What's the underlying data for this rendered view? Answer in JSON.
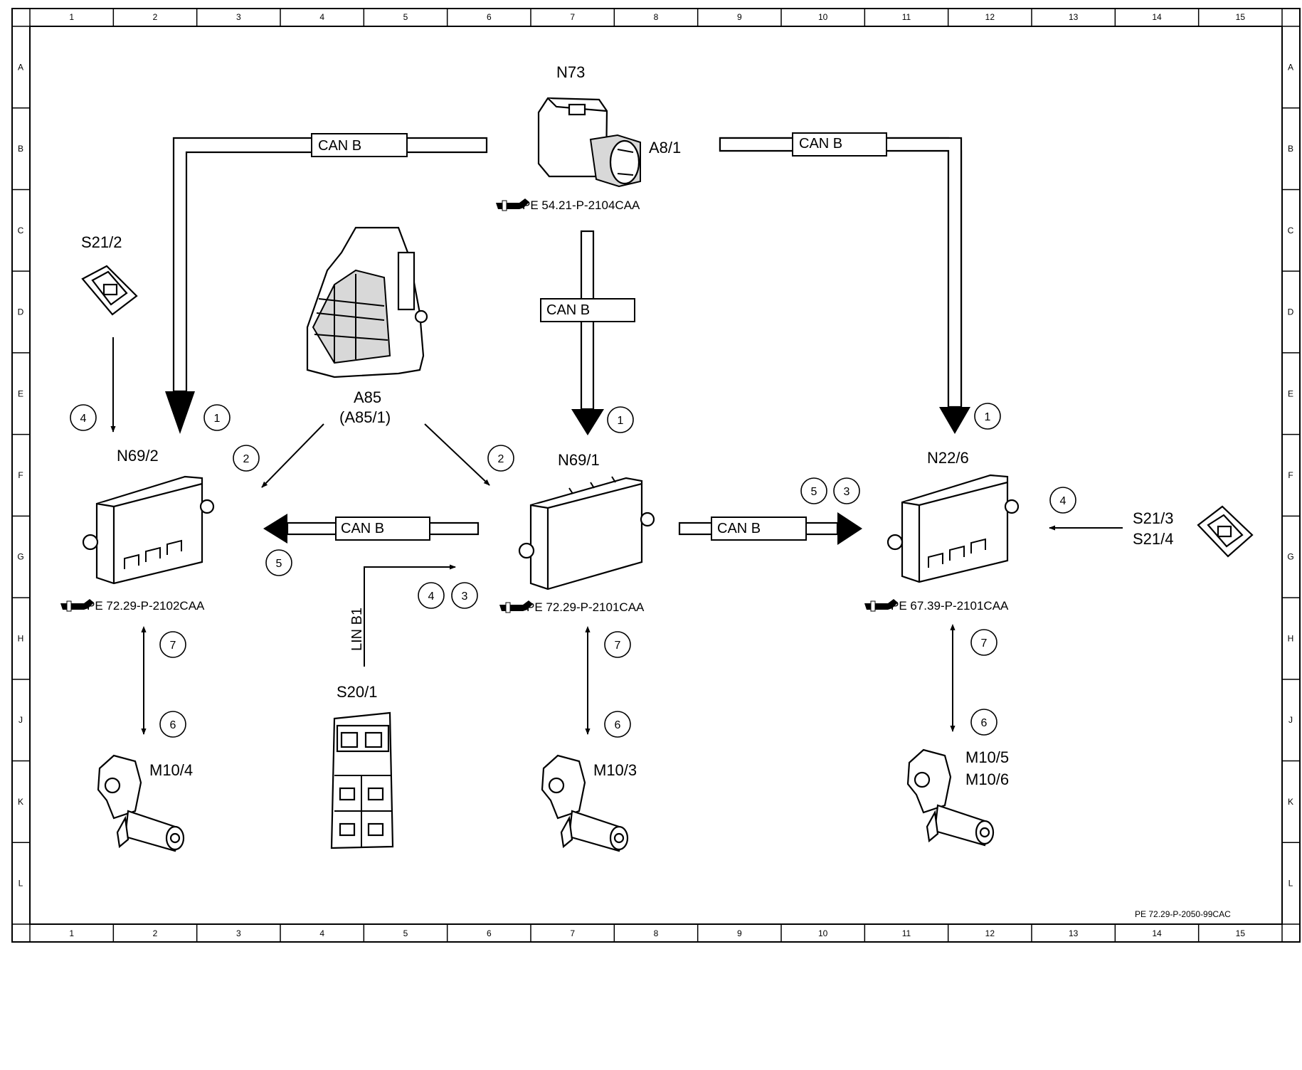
{
  "grid": {
    "columns": [
      "1",
      "2",
      "3",
      "4",
      "5",
      "6",
      "7",
      "8",
      "9",
      "10",
      "11",
      "12",
      "13",
      "14",
      "15"
    ],
    "rows": [
      "A",
      "B",
      "C",
      "D",
      "E",
      "F",
      "G",
      "H",
      "J",
      "K",
      "L"
    ]
  },
  "bus_label": "CAN B",
  "lin_label": "LIN B1",
  "drawing_ref": "PE 72.29-P-2050-99CAC",
  "components": {
    "n73": "N73",
    "a8_1": "A8/1",
    "a85": "A85",
    "a85_1": "(A85/1)",
    "s21_2": "S21/2",
    "n69_2": "N69/2",
    "n69_1": "N69/1",
    "n22_6": "N22/6",
    "s21_3": "S21/3",
    "s21_4": "S21/4",
    "s20_1": "S20/1",
    "m10_4": "M10/4",
    "m10_3": "M10/3",
    "m10_5": "M10/5",
    "m10_6": "M10/6"
  },
  "references": {
    "n73": "PE 54.21-P-2104CAA",
    "n69_2": "PE 72.29-P-2102CAA",
    "n69_1": "PE 72.29-P-2101CAA",
    "n22_6": "PE 67.39-P-2101CAA"
  },
  "callouts": {
    "c1_left": "1",
    "c1_mid": "1",
    "c1_right": "1",
    "c2_left": "2",
    "c2_right": "2",
    "c3_mid": "3",
    "c3_right": "3",
    "c4_left": "4",
    "c4_mid": "4",
    "c4_right": "4",
    "c5_left": "5",
    "c5_right": "5",
    "c6_left": "6",
    "c6_mid": "6",
    "c6_right": "6",
    "c7_left": "7",
    "c7_mid": "7",
    "c7_right": "7"
  }
}
